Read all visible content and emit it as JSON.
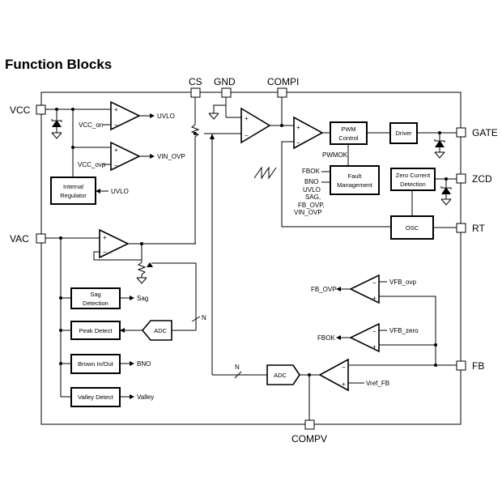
{
  "title": "Function Blocks",
  "pins": {
    "vcc": "VCC",
    "vac": "VAC",
    "cs": "CS",
    "gnd": "GND",
    "compi": "COMPI",
    "gate": "GATE",
    "zcd": "ZCD",
    "rt": "RT",
    "fb": "FB",
    "compv": "COMPV"
  },
  "blocks": {
    "internal_regulator": [
      "Internal",
      "Regulator"
    ],
    "sag_detection": [
      "Sag",
      "Detection"
    ],
    "peak_detect": "Peak Detect",
    "brown_in_out": "Brown In/Out",
    "valley_detect": "Valley Detect",
    "adc": "ADC",
    "pwm_control": [
      "PWM",
      "Control"
    ],
    "driver": "Driver",
    "fault_management": [
      "Fault",
      "Management"
    ],
    "zero_current_detection": [
      "Zero Current",
      "Detection"
    ],
    "osc": "OSC"
  },
  "signals": {
    "uvlo": "UVLO",
    "vin_ovp": "VIN_OVP",
    "vcc_on": "VCC_on",
    "vcc_ovp": "VCC_ovp",
    "sag": "Sag",
    "bno": "BNO",
    "valley": "Valley",
    "n": "N",
    "pwmok": "PWMOK",
    "fault_inputs": [
      "FBOK",
      "BNO",
      "UVLO",
      "SAG,",
      "FB_OVP,",
      "VIN_OVP"
    ],
    "fb_ovp": "FB_OVP",
    "fbok": "FBOK",
    "vfb_ovp": "VFB_ovp",
    "vfb_zero": "VFB_zero",
    "vref_fb": "Vref_FB",
    "plus": "+",
    "minus": "−"
  }
}
